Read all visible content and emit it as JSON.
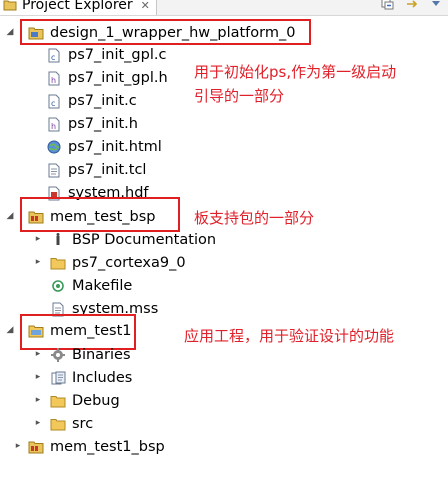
{
  "panel": {
    "tab_title": "Project Explorer",
    "tab_close": "✕"
  },
  "tree": {
    "hw_platform": {
      "label": "design_1_wrapper_hw_platform_0",
      "children": [
        "ps7_init_gpl.c",
        "ps7_init_gpl.h",
        "ps7_init.c",
        "ps7_init.h",
        "ps7_init.html",
        "ps7_init.tcl",
        "system.hdf"
      ]
    },
    "bsp": {
      "label": "mem_test_bsp",
      "children": [
        "BSP Documentation",
        "ps7_cortexa9_0",
        "Makefile",
        "system.mss"
      ]
    },
    "app": {
      "label": "mem_test1",
      "children": [
        "Binaries",
        "Includes",
        "Debug",
        "src"
      ]
    },
    "bsp2": {
      "label": "mem_test1_bsp"
    }
  },
  "annotations": {
    "hw_line1": "用于初始化ps,作为第一级启动",
    "hw_line2": "引导的一部分",
    "bsp": "板支持包的一部分",
    "app": "应用工程，用于验证设计的功能"
  },
  "colors": {
    "annotation": "#e0202a",
    "highlight_box": "#e02020"
  },
  "icons": {
    "tab": "project-explorer-icon",
    "c_file": "c-file-icon",
    "h_file": "h-file-icon",
    "html_file": "html-file-icon",
    "tcl_file": "text-file-icon",
    "hdf_file": "hdf-file-icon",
    "project": "project-folder-icon",
    "folder": "folder-icon",
    "makefile": "makefile-icon",
    "doc": "documentation-icon",
    "binaries": "binaries-icon",
    "includes": "includes-icon"
  }
}
